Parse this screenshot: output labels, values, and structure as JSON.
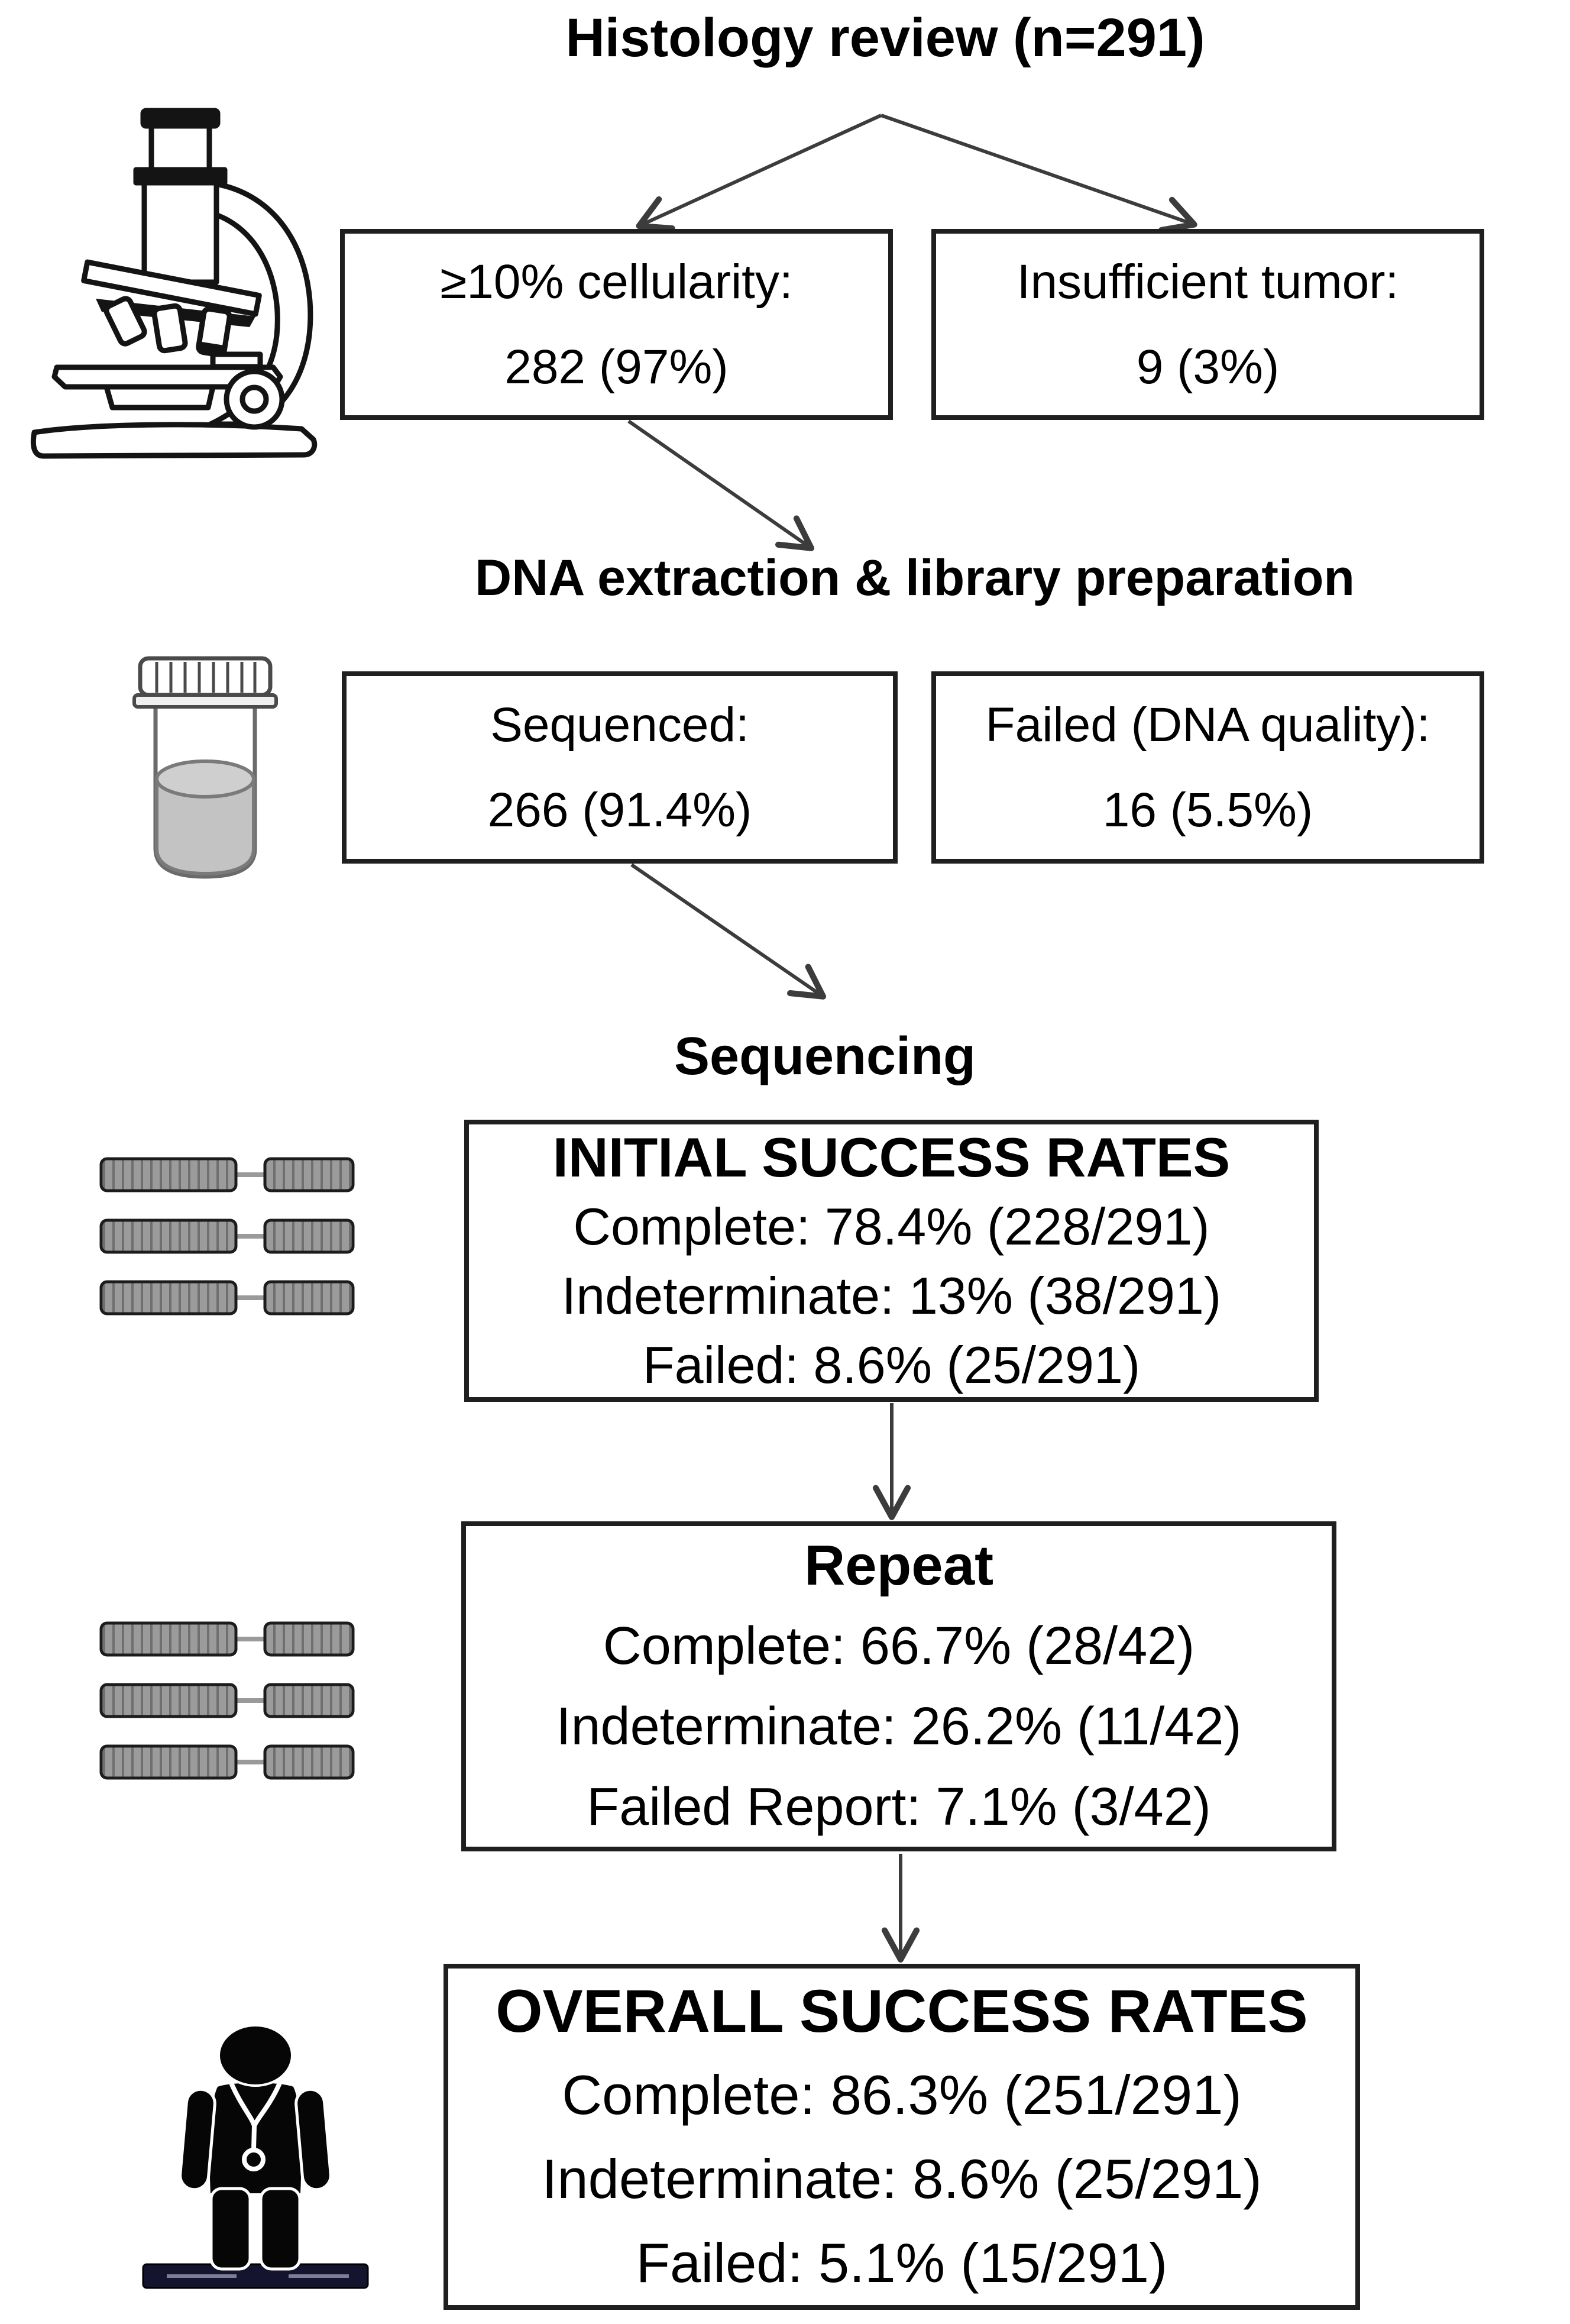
{
  "diagram": {
    "title": "Histology review (n=291)",
    "headers": {
      "dna": "DNA extraction & library preparation",
      "sequencing": "Sequencing"
    },
    "boxes": {
      "cellularity": {
        "line1": "≥10% cellularity:",
        "line2": "282 (97%)"
      },
      "insufficient": {
        "line1": "Insufficient tumor:",
        "line2": "9 (3%)"
      },
      "sequenced": {
        "line1": "Sequenced:",
        "line2": "266 (91.4%)"
      },
      "failed_dna": {
        "line1": "Failed (DNA quality):",
        "line2": "16 (5.5%)"
      },
      "initial": {
        "title": "INITIAL SUCCESS RATES",
        "complete": "Complete: 78.4% (228/291)",
        "indeterminate": "Indeterminate: 13% (38/291)",
        "failed": "Failed: 8.6% (25/291)"
      },
      "repeat": {
        "title": "Repeat",
        "complete": "Complete: 66.7% (28/42)",
        "indeterminate": "Indeterminate: 26.2% (11/42)",
        "failed": "Failed Report: 7.1% (3/42)"
      },
      "overall": {
        "title": "OVERALL SUCCESS RATES",
        "complete": "Complete: 86.3% (251/291)",
        "indeterminate": "Indeterminate: 8.6% (25/291)",
        "failed": "Failed: 5.1% (15/291)"
      }
    },
    "icons": {
      "microscope": "microscope-icon",
      "sample_tube": "sample-tube-icon",
      "dna_fragments_initial": "dna-fragments-icon",
      "dna_fragments_repeat": "dna-fragments-icon",
      "clinician": "clinician-icon"
    },
    "colors": {
      "background": "#ffffff",
      "text": "#000000",
      "box_border": "#1f1f1f",
      "arrow": "#3c3c3c",
      "fragment_fill": "#9b9b9b",
      "fragment_stripe": "#6f6f6f",
      "tube_liquid": "#c3c3c3",
      "person_base": "#14142e"
    }
  }
}
